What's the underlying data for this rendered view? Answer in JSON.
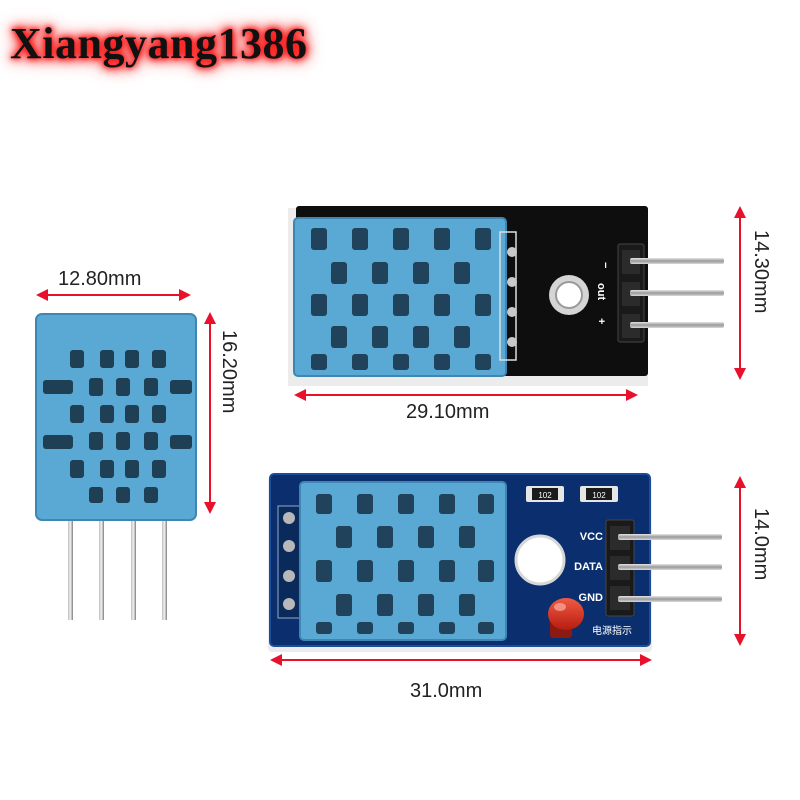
{
  "watermark": "Xiangyang1386",
  "dimensions": {
    "bare_width": "12.80mm",
    "bare_height": "16.20mm",
    "black_width": "29.10mm",
    "black_height": "14.30mm",
    "blue_width": "31.0mm",
    "blue_height": "14.0mm"
  },
  "black_module": {
    "pin_minus": "−",
    "pin_out": "out",
    "pin_plus": "+"
  },
  "blue_module": {
    "pin_vcc": "VCC",
    "pin_data": "DATA",
    "pin_gnd": "GND",
    "resistor1": "102",
    "resistor2": "102",
    "led_label": "电源指示"
  },
  "colors": {
    "sensor_blue": "#5aa9d4",
    "dimension_red": "#e8102a",
    "pcb_black": "#0e0e0e",
    "pcb_blue": "#0b2f6e",
    "led_red": "#d92b1f"
  }
}
